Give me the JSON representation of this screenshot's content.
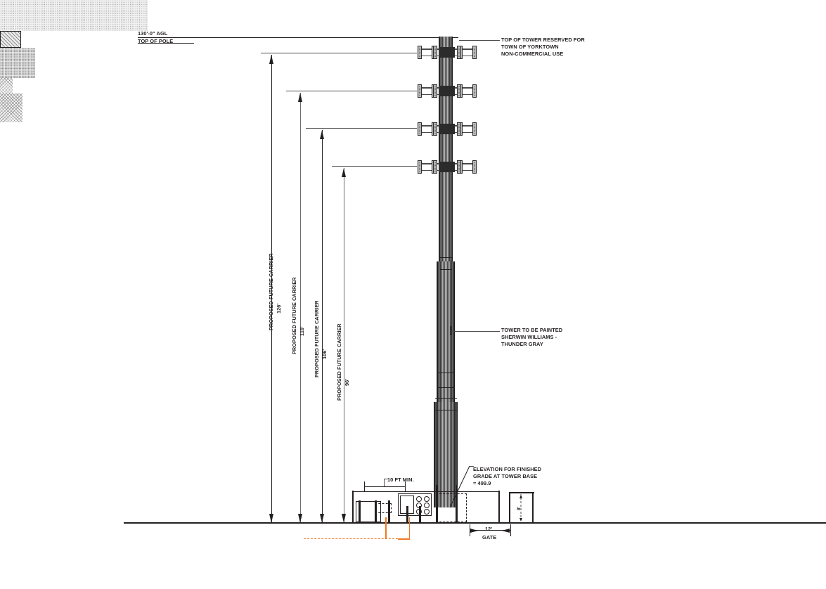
{
  "drawing": {
    "type": "tower-elevation",
    "title_top_left_line1": "130'-0\" AGL",
    "title_top_left_line2": "TOP OF POLE"
  },
  "annotations": {
    "top_of_tower": {
      "line1": "TOP OF TOWER RESERVED FOR",
      "line2": "TOWN OF YORKTOWN",
      "line3": "NON-COMMERCIAL USE"
    },
    "paint": {
      "line1": "TOWER TO BE PAINTED",
      "line2": "SHERWIN WILLIAMS -",
      "line3": "THUNDER GRAY"
    },
    "grade": {
      "line1": "ELEVATION FOR FINISHED",
      "line2": "GRADE AT TOWER BASE",
      "line3": "= 499.9"
    },
    "setback": "10 FT MIN."
  },
  "dimensions": {
    "carriers": [
      {
        "label": "PROPOSED FUTURE CARRIER",
        "height": "126'"
      },
      {
        "label": "PROPOSED FUTURE CARRIER",
        "height": "116'"
      },
      {
        "label": "PROPOSED FUTURE CARRIER",
        "height": "106'"
      },
      {
        "label": "PROPOSED FUTURE CARRIER",
        "height": "96'"
      }
    ],
    "gate": {
      "value": "12'",
      "label": "GATE"
    },
    "fence_height": "8'"
  },
  "colors": {
    "ink": "#231f20",
    "gray": "#6e6e6e",
    "utility_orange": "#F07820",
    "tower_paint": "#707070"
  }
}
